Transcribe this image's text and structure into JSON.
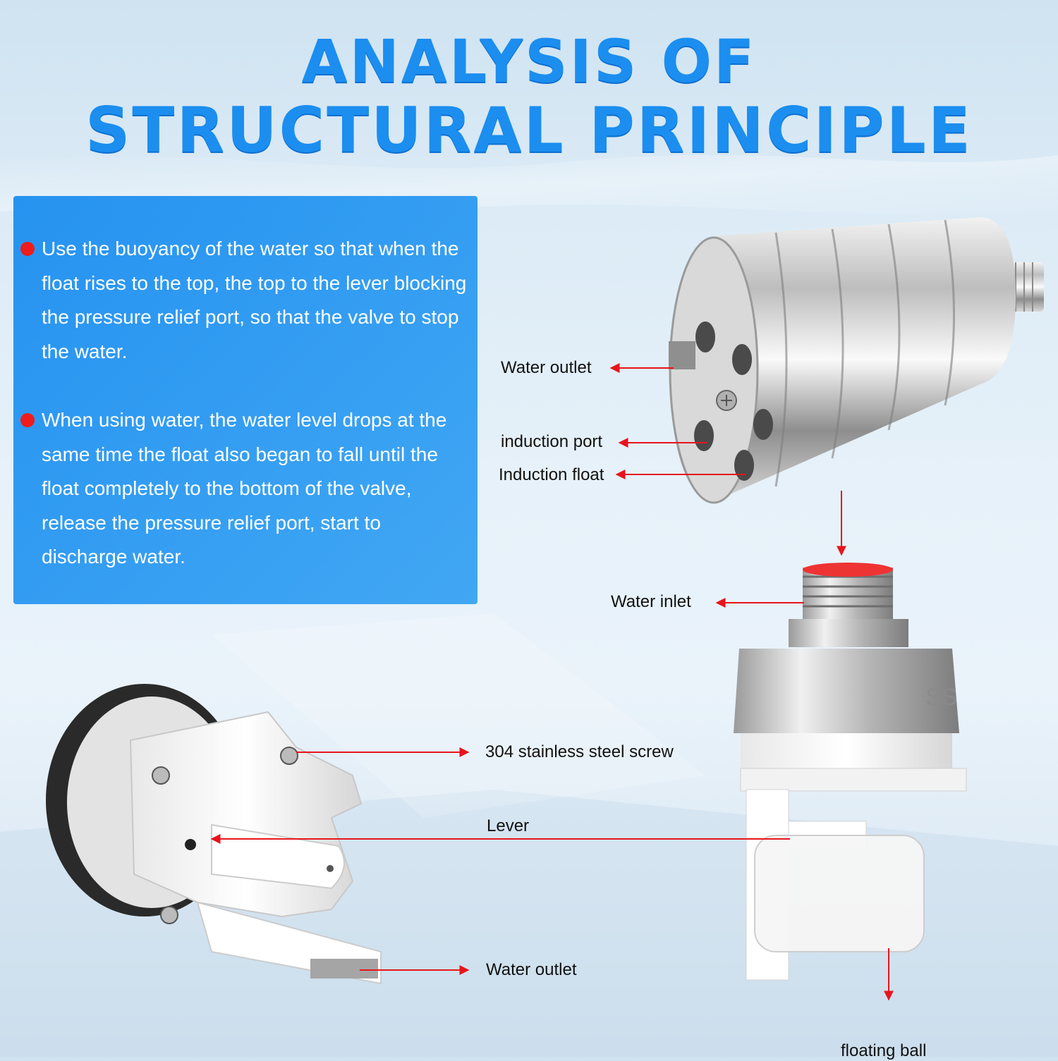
{
  "title": {
    "line1": "ANALYSIS OF",
    "line2": "STRUCTURAL PRINCIPLE"
  },
  "info_panel": {
    "points": [
      "Use the buoyancy of the water so that when the float rises to the top, the top to the lever blocking the pressure relief port, so that the valve to stop the water.",
      "When using water, the water level drops at the same time the float also began to fall until the float completely to the bottom of the valve, release the pressure relief port, start to discharge water."
    ]
  },
  "labels": {
    "water_outlet_top": "Water outlet",
    "induction_port": "induction port",
    "induction_float": "Induction float",
    "water_inlet": "Water inlet",
    "screw": "304 stainless steel screw",
    "lever": "Lever",
    "water_outlet_bottom": "Water outlet",
    "floating_ball": "floating ball"
  },
  "colors": {
    "title": "#1b8ef0",
    "panel": "#2196f3",
    "bullet": "#ee1c1c",
    "arrow": "#e8141c"
  }
}
